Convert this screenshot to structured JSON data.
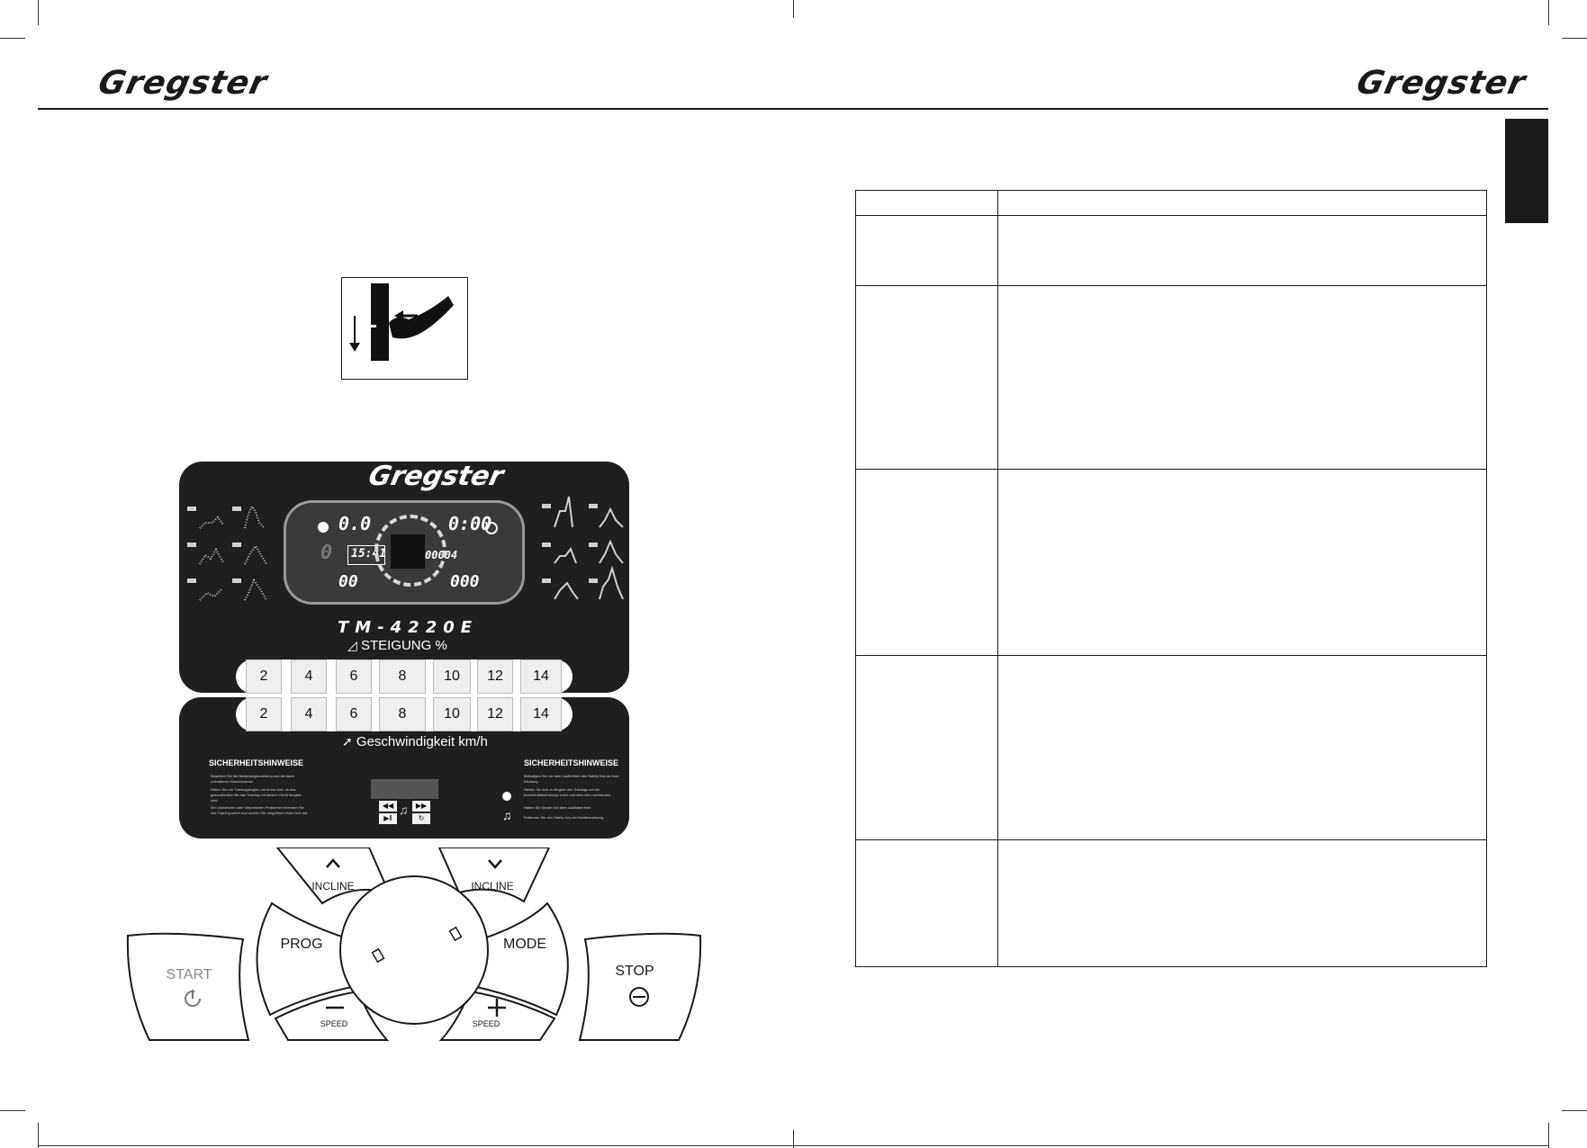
{
  "brand": {
    "logo_text": "Gregster"
  },
  "console": {
    "brand_logo": "Gregster",
    "model": "TM-4220E",
    "display": {
      "speed": "0.0",
      "time": "0:00",
      "clock": "15:41",
      "steps": "00004",
      "left_bottom": "00",
      "right_bottom": "000",
      "left_mid": "0"
    },
    "incline_label": "STEIGUNG %",
    "incline_keys": [
      "2",
      "4",
      "6",
      "8",
      "10",
      "12",
      "14"
    ],
    "speed_keys": [
      "2",
      "4",
      "6",
      "8",
      "10",
      "12",
      "14"
    ],
    "speed_label": "Geschwindigkeit km/h",
    "safety_heading_left": "SICHERHEITSHINWEISE",
    "safety_heading_right": "SICHERHEITSHINWEISE",
    "safety_left_lines": [
      "Beachten Sie die Bedienungsanleitung und die darin enthaltenen Warnhinweise.",
      "Klären Sie vor Trainingsbeginn mit Ihrem Arzt, ob das gesundheitlich für das Training mit diesem Gerät tauglich sind.",
      "Bei Unwohlsein oder körperlichen Problemen beenden Sie das Training sofort und suchen Sie umgehend einen Arzt auf."
    ],
    "safety_right_lines": [
      "Befestigen Sie vor dem Laufbetrieb den Safety Key an Ihrer Kleidung.",
      "Stellen Sie sich zu Beginn des Trainings auf die Kunststoffabdeckung rechts und links des Laufbandes.",
      "Halten Sie Kinder von dem Laufband fern!",
      "Entfernen Sie den Safety Key bei Nichtbenutzung."
    ]
  },
  "keypad": {
    "incline_up_label": "INCLINE",
    "incline_down_label": "INCLINE",
    "prog_label": "PROG",
    "mode_label": "MODE",
    "speed_down_label": "SPEED",
    "speed_up_label": "SPEED",
    "start_label": "START",
    "stop_label": "STOP"
  }
}
